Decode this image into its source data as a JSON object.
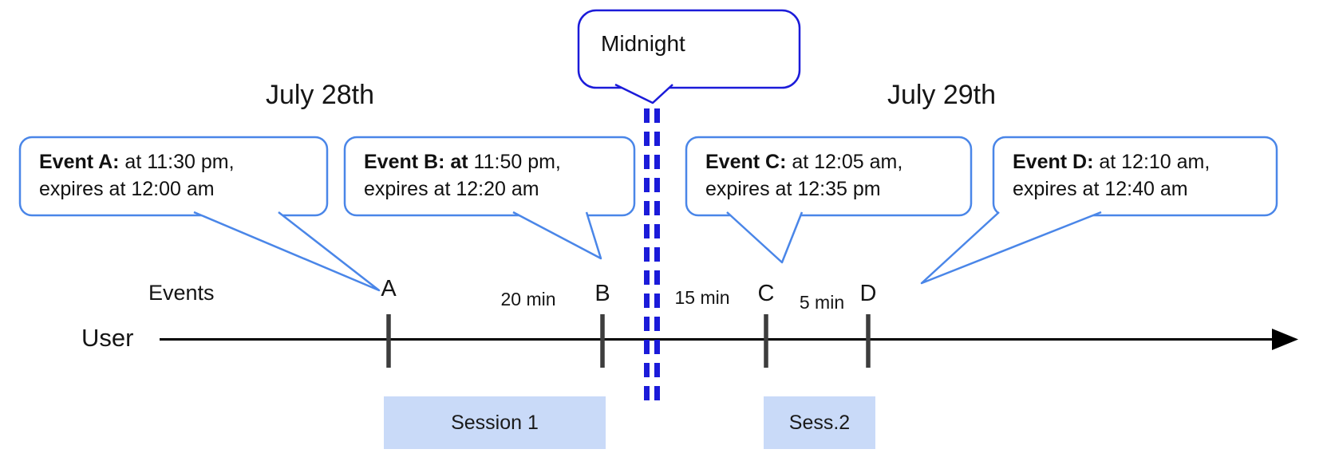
{
  "diagram": {
    "dates": {
      "left": "July 28th",
      "right": "July 29th"
    },
    "midnight_label": "Midnight",
    "axis": {
      "events_label": "Events",
      "user_label": "User"
    },
    "events": [
      {
        "tick": "A",
        "bold": "Event A:",
        "rest": " at 11:30 pm,",
        "line2": "expires at 12:00 am"
      },
      {
        "tick": "B",
        "bold": "Event B: at",
        "rest": " 11:50 pm,",
        "line2": "expires at 12:20 am"
      },
      {
        "tick": "C",
        "bold": "Event C:",
        "rest": " at 12:05 am,",
        "line2": "expires at 12:35 pm"
      },
      {
        "tick": "D",
        "bold": "Event D:",
        "rest": " at 12:10 am,",
        "line2": "expires at 12:40 am"
      }
    ],
    "gaps": [
      "20 min",
      "15 min",
      "5 min"
    ],
    "sessions": [
      "Session 1",
      "Sess.2"
    ],
    "colors": {
      "event_bubble_border": "#4a86e8",
      "midnight_blue": "#1b1bd9",
      "session_fill": "#c9daf8",
      "tick_gray": "#3d3d3d",
      "axis_black": "#000000"
    }
  }
}
